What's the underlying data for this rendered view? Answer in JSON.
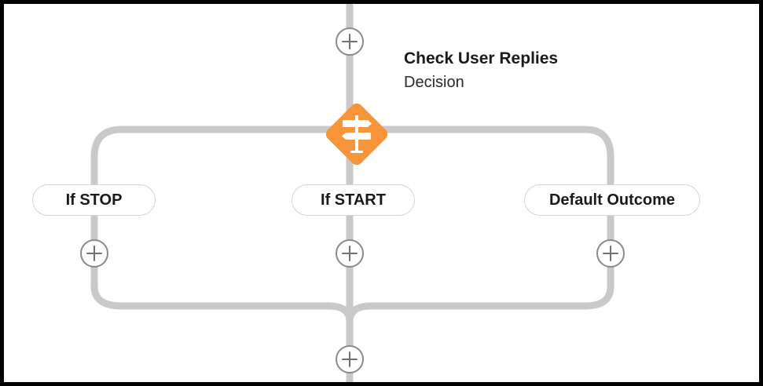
{
  "decision": {
    "title": "Check User Replies",
    "type_label": "Decision",
    "icon": "signpost-icon",
    "color": "#f7953b"
  },
  "outcomes": [
    {
      "label": "If STOP"
    },
    {
      "label": "If START"
    },
    {
      "label": "Default Outcome"
    }
  ],
  "add_button_icon": "plus-icon",
  "connector_color": "#c9c9c9"
}
